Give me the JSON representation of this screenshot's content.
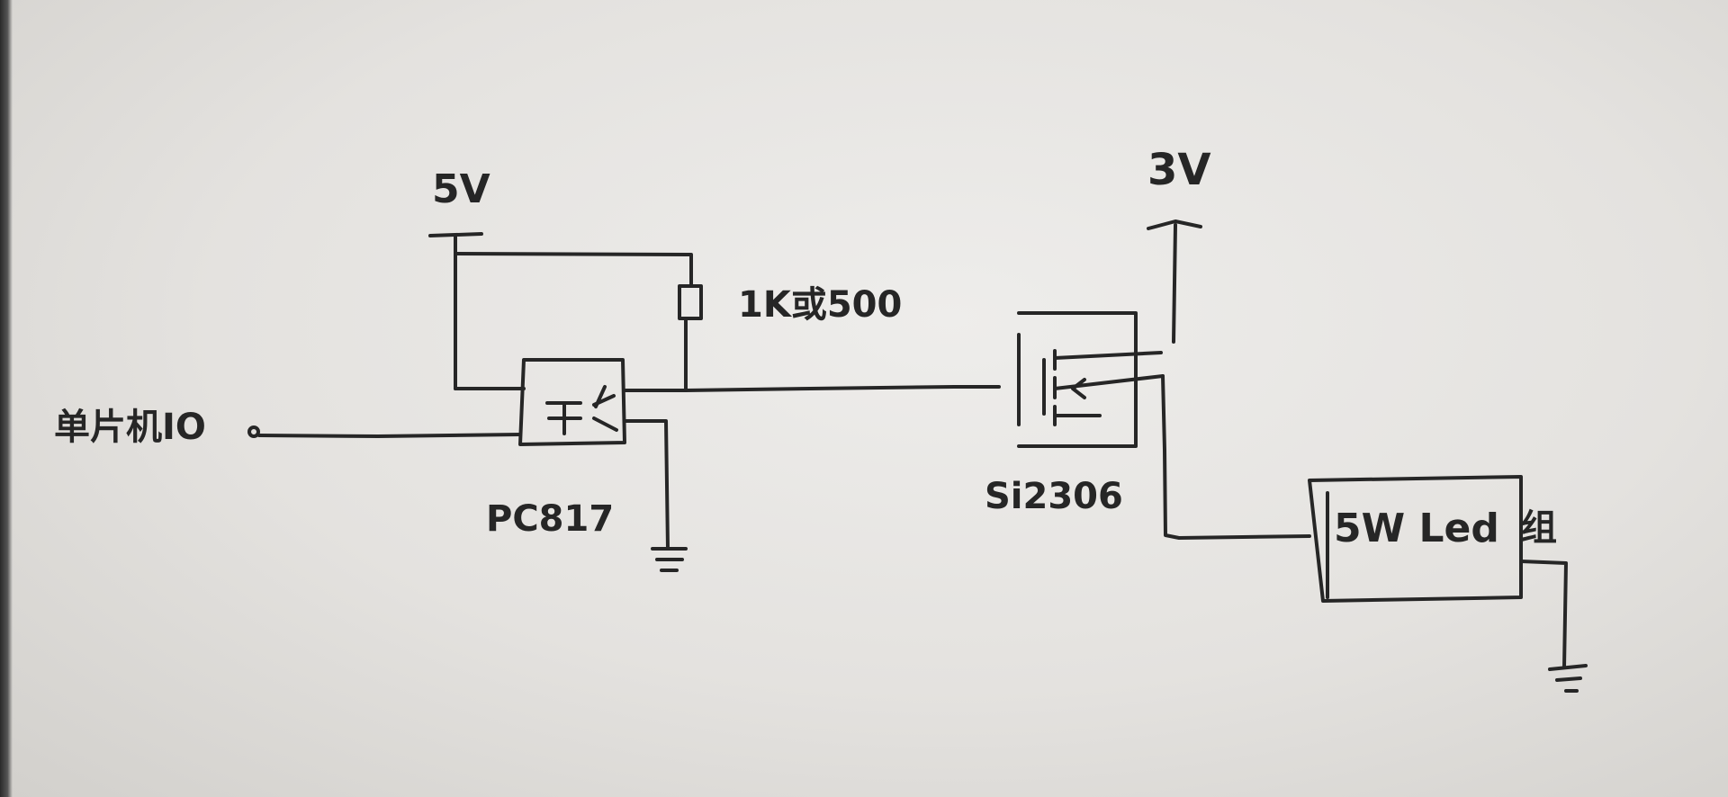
{
  "labels": {
    "supply_5v": "5V",
    "supply_3v": "3V",
    "resistor": "1K或500",
    "mcu_io": "单片机IO",
    "optocoupler": "PC817",
    "mosfet": "Si2306",
    "led": "5W Led",
    "led_group": "组"
  },
  "colors": {
    "ink": "#262626",
    "paper": "#e8e6e3"
  }
}
